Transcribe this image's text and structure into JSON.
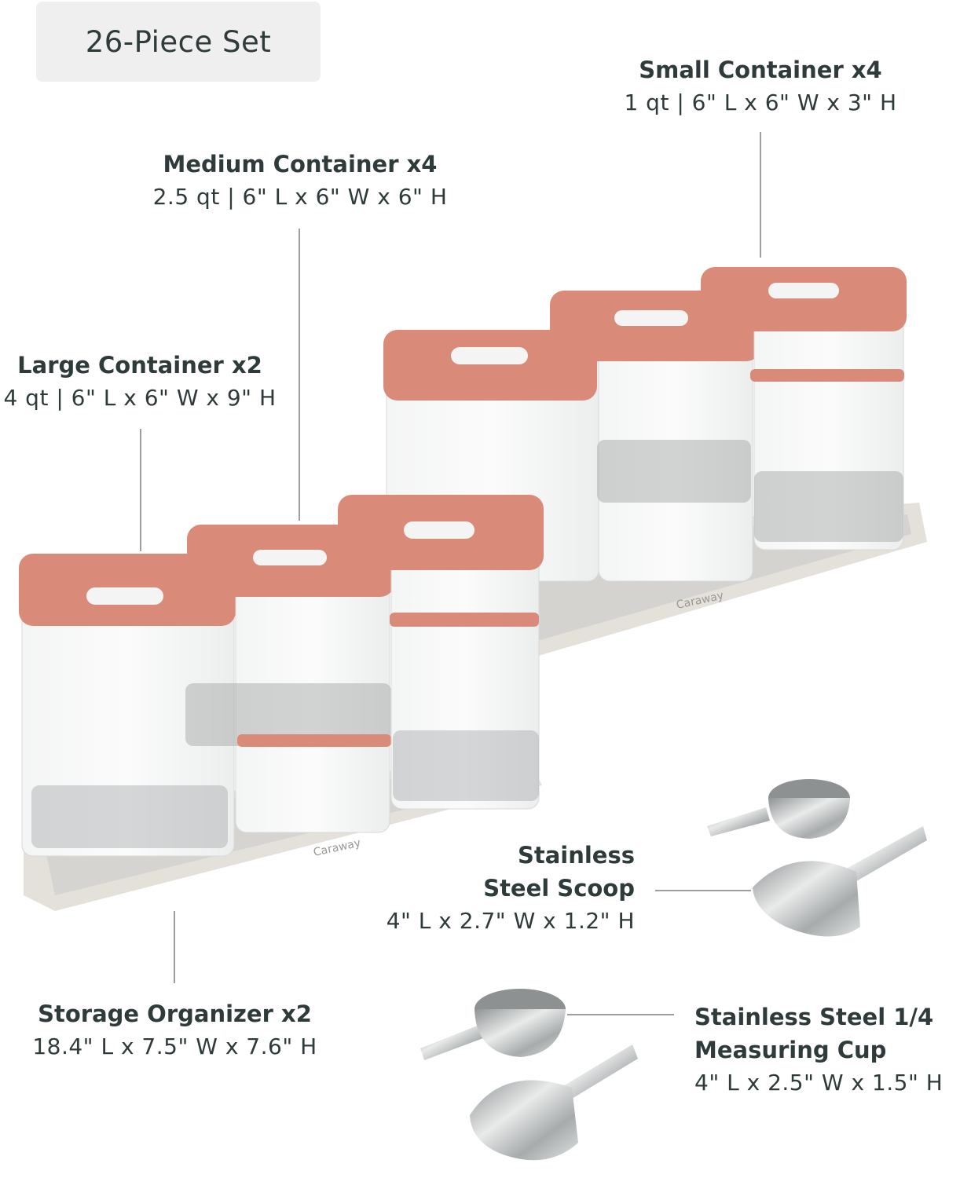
{
  "badge": {
    "text": "26-Piece Set"
  },
  "labels": {
    "small": {
      "title": "Small Container x4",
      "spec": "1 qt | 6\" L x 6\" W x 3\" H"
    },
    "medium": {
      "title": "Medium Container x4",
      "spec": "2.5 qt | 6\" L x 6\" W x 6\" H"
    },
    "large": {
      "title": "Large Container x2",
      "spec": "4 qt | 6\" L x 6\" W x 9\" H"
    },
    "scoop": {
      "title_line1": "Stainless",
      "title_line2": "Steel Scoop",
      "spec": "4\" L x 2.7\" W x 1.2\" H"
    },
    "organizer": {
      "title": "Storage Organizer x2",
      "spec": "18.4\" L x 7.5\" W x 7.6\" H"
    },
    "cup": {
      "title_line1": "Stainless Steel 1/4",
      "title_line2": "Measuring Cup",
      "spec": "4\" L x 2.5\" W x 1.5\" H"
    }
  },
  "brand": {
    "tray_mark": "Caraway"
  },
  "colors": {
    "lid": "#d98a78",
    "tray": "#e6e2dc",
    "text": "#2f3b3a",
    "steel": "#c9cccd"
  }
}
